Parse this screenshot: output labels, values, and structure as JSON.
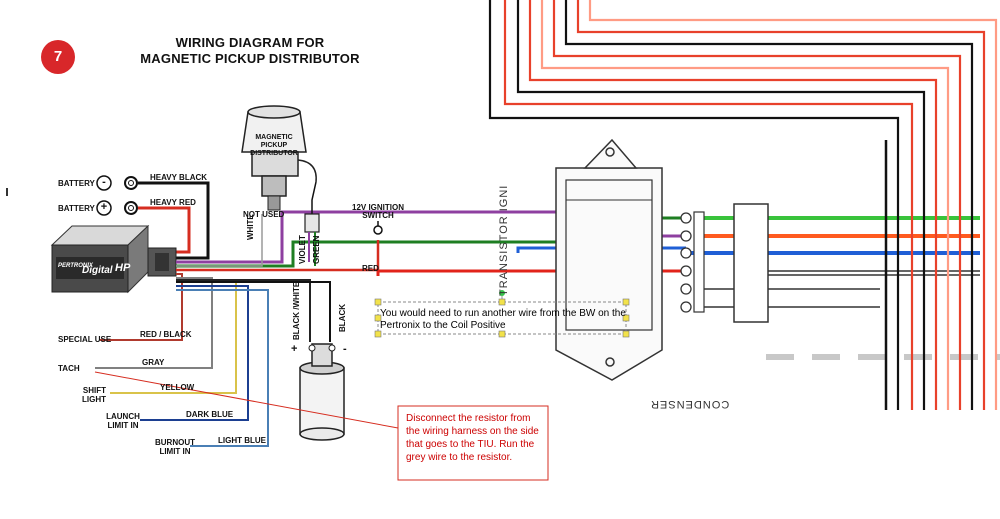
{
  "step_number": "7",
  "title": {
    "line1": "WIRING DIAGRAM FOR",
    "line2": "MAGNETIC PICKUP DISTRIBUTOR"
  },
  "distributor_label": [
    "MAGNETIC",
    "PICKUP",
    "DISTRIBUTOR"
  ],
  "battery": {
    "negative_label": "BATTERY",
    "negative_symbol": "-",
    "positive_label": "BATTERY",
    "positive_symbol": "+",
    "negative_wire": "HEAVY BLACK",
    "positive_wire": "HEAVY RED"
  },
  "module": {
    "brand": "PERTRONIX",
    "name": "Digital",
    "badge": "HP"
  },
  "wire_labels": {
    "not_used": "NOT USED",
    "ignition_switch": [
      "12V IGNITION",
      "SWITCH"
    ],
    "white": "WHITE",
    "violet": "VIOLET",
    "green": "GREEN",
    "red": "RED",
    "black_white": "BLACK /WHITE",
    "black": "BLACK"
  },
  "outputs": [
    {
      "name": "SPECIAL USE",
      "wire": "RED / BLACK"
    },
    {
      "name": "TACH",
      "wire": "GRAY"
    },
    {
      "name": "SHIFT LIGHT",
      "wire": "YELLOW"
    },
    {
      "name": "LAUNCH LIMIT IN",
      "wire": "DARK BLUE"
    },
    {
      "name": "BURNOUT LIMIT IN",
      "wire": "LIGHT BLUE"
    }
  ],
  "coil_symbols": {
    "positive": "+",
    "negative": "-"
  },
  "tiu_label": "TRANSISTOR IGNITION UNIT",
  "condenser_label": "CONDENSER",
  "annotation_note": "You would need to run another wire from the BW on the Pertronix to the Coil Positive",
  "callout_note": "Disconnect the resistor from the wiring harness on the side that goes to the TIU. Run the grey wire to the resistor."
}
